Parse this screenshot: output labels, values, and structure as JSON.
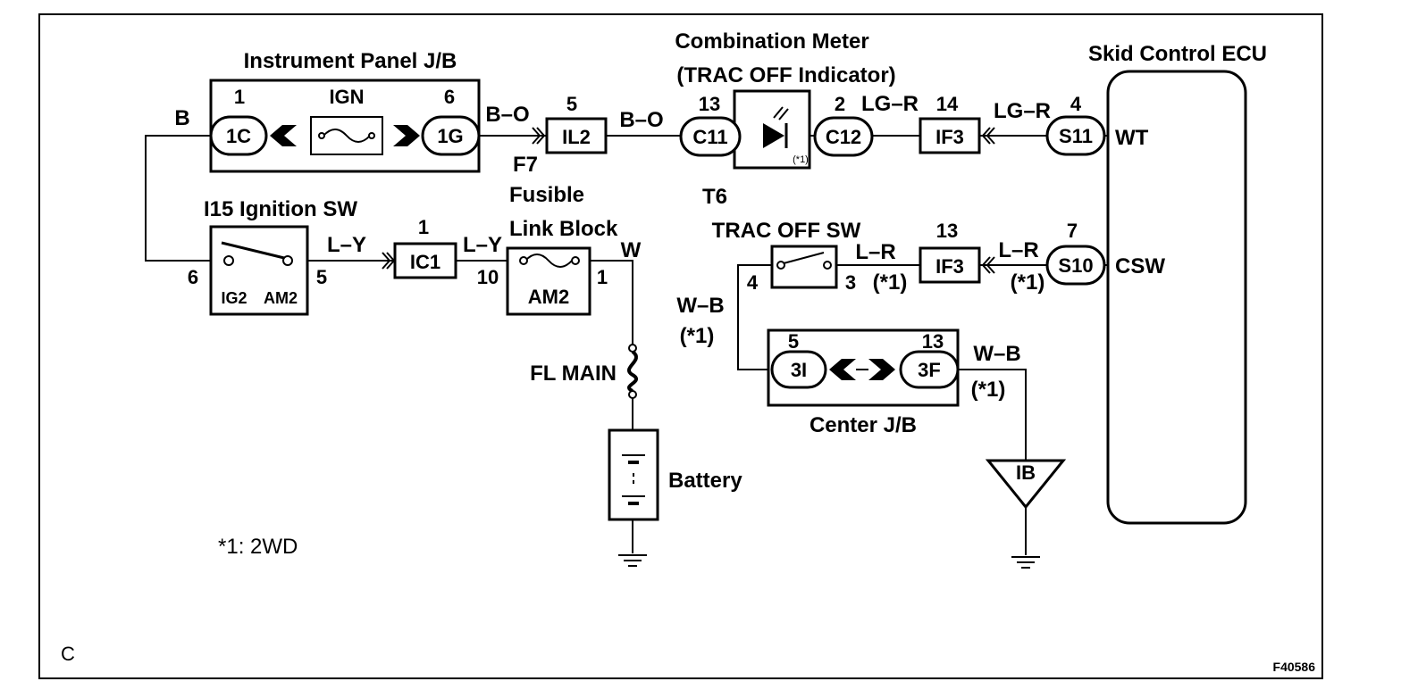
{
  "diagram": {
    "page_letter": "C",
    "figure_code": "F40586",
    "footnote": "*1: 2WD",
    "components": {
      "ip_jb": "Instrument Panel J/B",
      "fuse_ign": "IGN",
      "combo_meter_line1": "Combination Meter",
      "combo_meter_line2": "(TRAC OFF Indicator)",
      "indicator_note": "(*1)",
      "skid_ecu": "Skid Control ECU",
      "ign_sw": "I15 Ignition SW",
      "ign_sw_ig2": "IG2",
      "ign_sw_am2": "AM2",
      "fusible_code": "F7",
      "fusible_line1": "Fusible",
      "fusible_line2": "Link Block",
      "fuse_am2": "AM2",
      "trac_sw_code": "T6",
      "trac_sw": "TRAC OFF SW",
      "fl_main": "FL MAIN",
      "battery": "Battery",
      "center_jb": "Center J/B",
      "ground_ib": "IB"
    },
    "connectors": {
      "c_1c": "1C",
      "c_1g": "1G",
      "c_il2": "IL2",
      "c_c11": "C11",
      "c_c12": "C12",
      "c_if3_top": "IF3",
      "c_s11": "S11",
      "c_ic1": "IC1",
      "c_if3_mid": "IF3",
      "c_s10": "S10",
      "c_3i": "3I",
      "c_3f": "3F"
    },
    "pins": {
      "p_1c": "1",
      "p_1g": "6",
      "p_il2": "5",
      "p_c11": "13",
      "p_c12": "2",
      "p_if3_top": "14",
      "p_s11": "4",
      "p_ecu_wt": "WT",
      "p_sw_6": "6",
      "p_sw_5": "5",
      "p_ic1_1": "1",
      "p_ic1_10": "10",
      "p_am2_1": "1",
      "p_trac_4": "4",
      "p_trac_3": "3",
      "p_if3_13": "13",
      "p_s10": "7",
      "p_ecu_csw": "CSW",
      "p_3i": "5",
      "p_3f": "13"
    },
    "wires": {
      "w_b": "B",
      "w_bo1": "B–O",
      "w_bo2": "B–O",
      "w_lgr1": "LG–R",
      "w_lgr2": "LG–R",
      "w_ly1": "L–Y",
      "w_ly2": "L–Y",
      "w_w": "W",
      "w_lr1": "L–R",
      "w_lr1_note": "(*1)",
      "w_lr2": "L–R",
      "w_lr2_note": "(*1)",
      "w_wb1": "W–B",
      "w_wb1_note": "(*1)",
      "w_wb2": "W–B",
      "w_wb2_note": "(*1)"
    }
  }
}
